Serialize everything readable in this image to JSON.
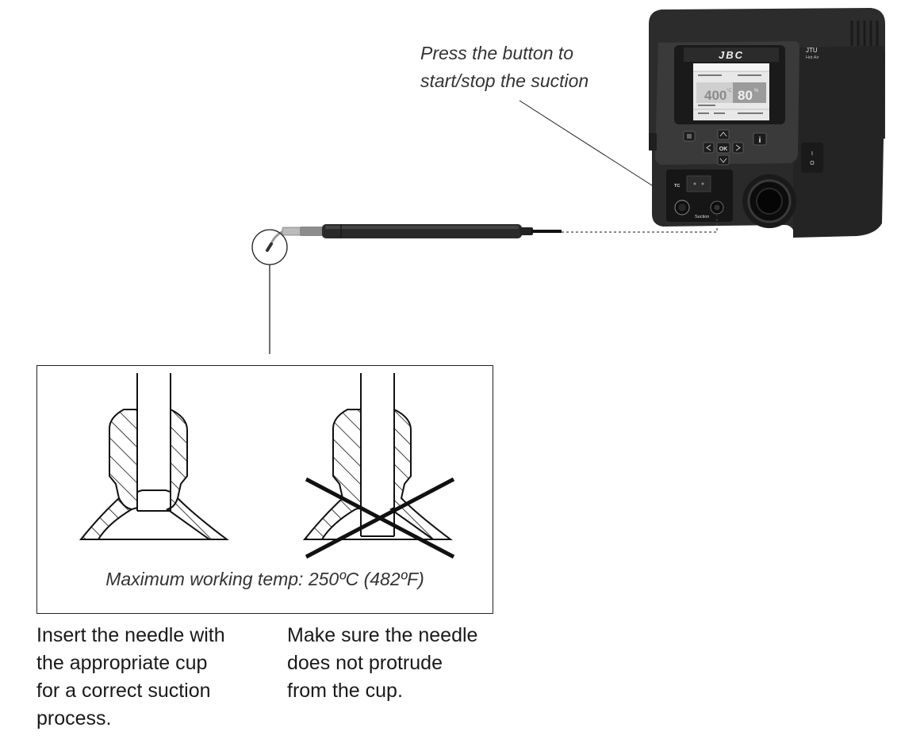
{
  "callout": {
    "line1": "Press the button to",
    "line2": "start/stop the suction"
  },
  "station": {
    "brand": "JBC",
    "model": "JTU",
    "model_sub": "Hot Air",
    "screen_temp": "400",
    "screen_temp_unit": "°C",
    "screen_flow": "80",
    "screen_flow_unit": "%",
    "btn_ok": "OK",
    "btn_info": "i",
    "label_tc": "TC",
    "label_suction": "Suction",
    "power_on": "I",
    "power_off": "O"
  },
  "diagram": {
    "max_temp": "Maximum working temp: 250ºC (482ºF)"
  },
  "captions": {
    "left": [
      "Insert the needle with",
      "the appropriate cup",
      "for a correct suction",
      "process."
    ],
    "right": [
      "Make sure the needle",
      "does not protrude",
      "from the cup."
    ]
  }
}
